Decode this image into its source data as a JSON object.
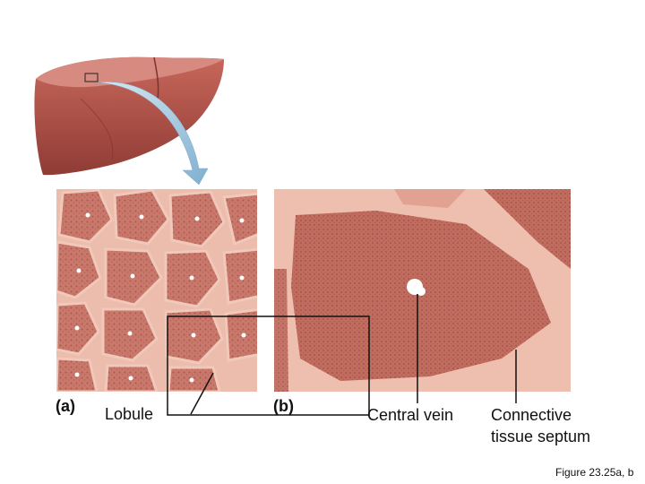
{
  "panels": {
    "a": {
      "letter": "(a)"
    },
    "b": {
      "letter": "(b)"
    }
  },
  "labels": {
    "lobule": "Lobule",
    "central_vein": "Central vein",
    "connective_line1": "Connective",
    "connective_line2": "tissue septum"
  },
  "caption": "Figure 23.25a, b",
  "colors": {
    "liver": "#b5544a",
    "liver_dark": "#8a3a33",
    "tissue_bg": "#e8b3a3",
    "lobule_fill": "#c9786b",
    "arrow": "#9cc3dc"
  }
}
